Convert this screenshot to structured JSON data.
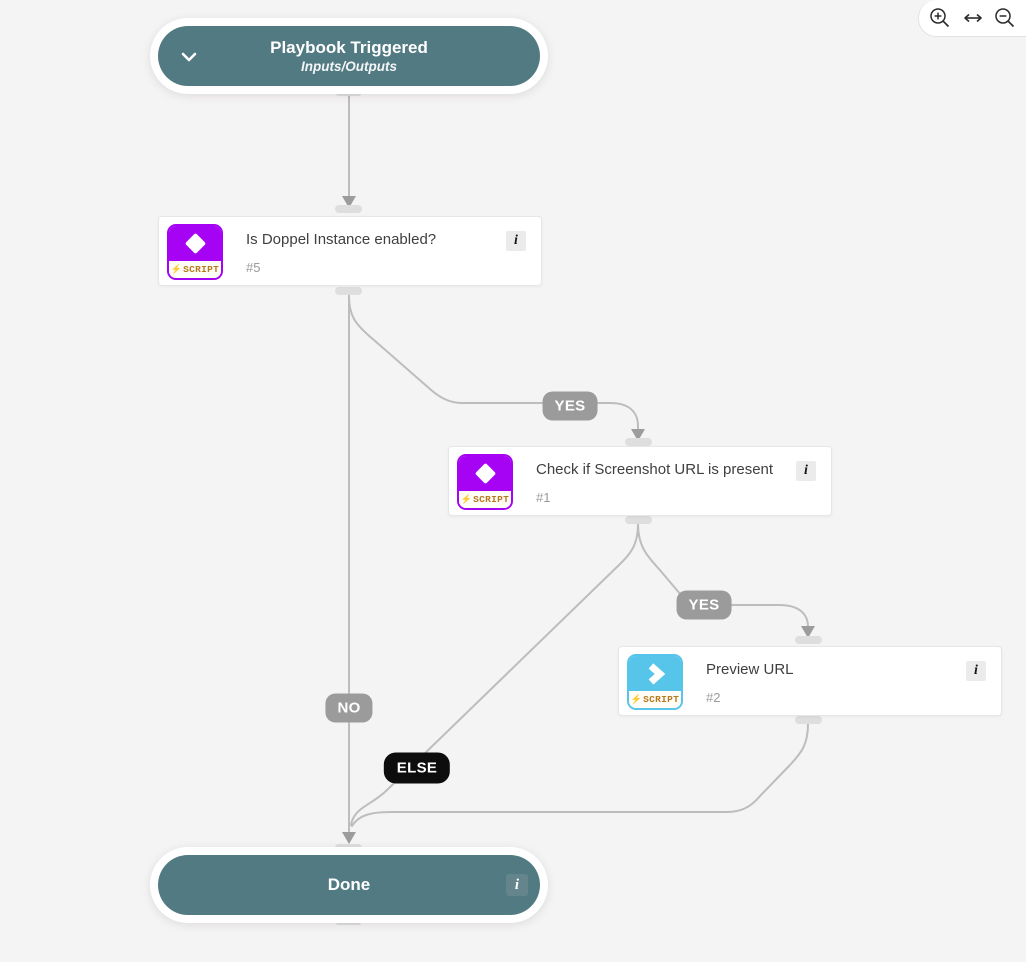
{
  "toolbar": {
    "zoom_in": "zoom-in",
    "fit_width": "fit-width",
    "zoom_out": "zoom-out"
  },
  "start_node": {
    "title": "Playbook Triggered",
    "subtitle": "Inputs/Outputs"
  },
  "tasks": [
    {
      "title": "Is Doppel Instance enabled?",
      "id": "#5",
      "badge": "SCRIPT",
      "icon": "diamond-script-icon",
      "accent": "#a603f5"
    },
    {
      "title": "Check if Screenshot URL is present",
      "id": "#1",
      "badge": "SCRIPT",
      "icon": "diamond-script-icon",
      "accent": "#a603f5"
    },
    {
      "title": "Preview URL",
      "id": "#2",
      "badge": "SCRIPT",
      "icon": "chevron-script-icon",
      "accent": "#57c5ea"
    }
  ],
  "labels": [
    {
      "text": "YES"
    },
    {
      "text": "YES"
    },
    {
      "text": "NO"
    },
    {
      "text": "ELSE"
    }
  ],
  "end_node": {
    "title": "Done",
    "info_glyph": "i"
  },
  "icons": {
    "bolt": "⚡",
    "info": "i"
  },
  "colors": {
    "background": "#f5f4f4",
    "pill_teal": "#527a82",
    "script_purple": "#a603f5",
    "script_blue": "#57c5ea",
    "label_gray": "#9b9b9b",
    "label_black": "#0d0d0d",
    "wire_gray": "#bdbdbd",
    "arrow_gray": "#9c9c9c",
    "script_text": "#b5791f"
  }
}
